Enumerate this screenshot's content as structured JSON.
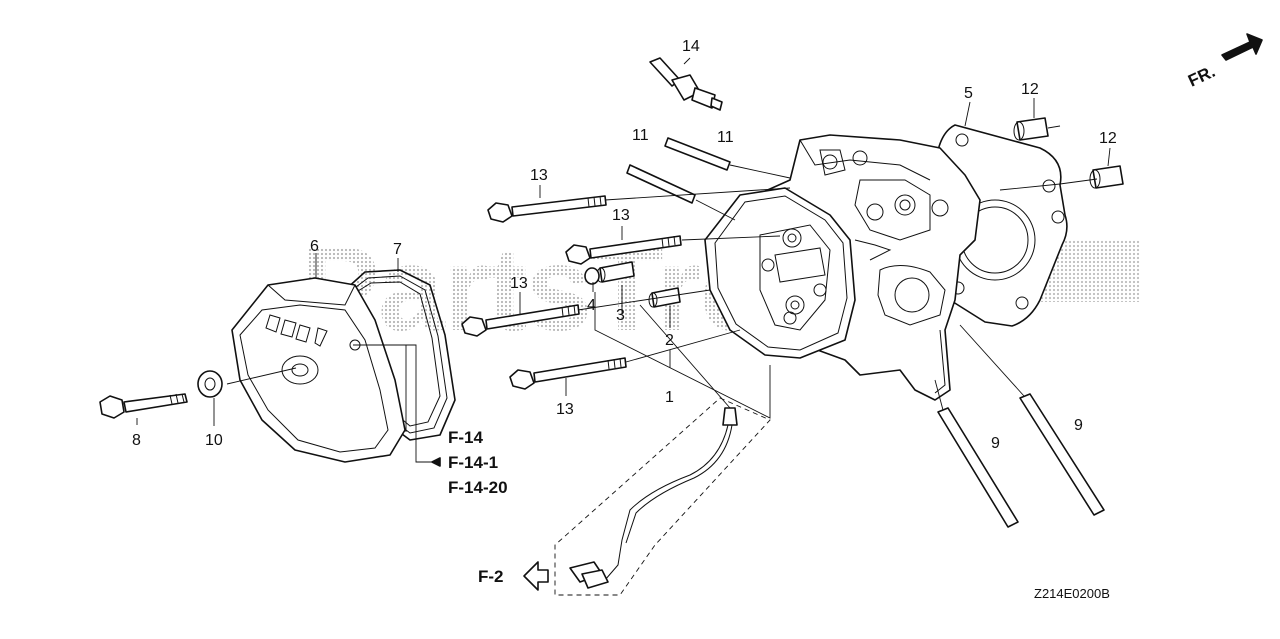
{
  "direction_label": "FR.",
  "diagram_code": "Z214E0200B",
  "watermark": "PartsTree",
  "callouts": {
    "c1": "1",
    "c2": "2",
    "c3": "3",
    "c4": "4",
    "c5": "5",
    "c6": "6",
    "c7": "7",
    "c8": "8",
    "c9a": "9",
    "c9b": "9",
    "c10": "10",
    "c11a": "11",
    "c11b": "11",
    "c12a": "12",
    "c12b": "12",
    "c13a": "13",
    "c13b": "13",
    "c13c": "13",
    "c13d": "13",
    "c14": "14"
  },
  "references": {
    "f14": "F-14",
    "f14_1": "F-14-1",
    "f14_20": "F-14-20",
    "f2": "F-2"
  },
  "colors": {
    "line": "#111111",
    "background": "#ffffff",
    "watermark": "#8a8a8a"
  }
}
